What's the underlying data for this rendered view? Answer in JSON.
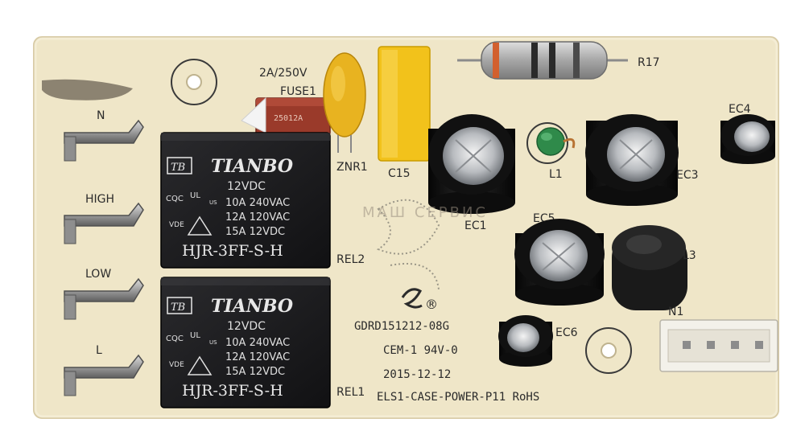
{
  "board": {
    "terminals": [
      "N",
      "HIGH",
      "LOW",
      "L"
    ],
    "fuse_rating": "2A/250V",
    "fuse_ref": "FUSE1",
    "fuse_marking": "25012A",
    "znr_ref": "ZNR1",
    "c15_ref": "C15",
    "r17_ref": "R17",
    "l1_ref": "L1",
    "l3_ref": "L3",
    "ec1_ref": "EC1",
    "ec3_ref": "EC3",
    "ec4_ref": "EC4",
    "ec5_ref": "EC5",
    "ec6_ref": "EC6",
    "rel1_ref": "REL1",
    "rel2_ref": "REL2",
    "connector_ref": "N1",
    "part_number": "GDRD151212-08G",
    "material": "CEM-1 94V-0",
    "date": "2015-12-12",
    "model": "ELS1-CASE-POWER-P11 RoHS",
    "logo_mark": "®"
  },
  "relays": [
    {
      "brand": "TIANBO",
      "coil": "12VDC",
      "ratings": [
        "10A 240VAC",
        "12A 120VAC",
        "15A  12VDC"
      ],
      "cert1": "CQC",
      "cert2": "UL",
      "cert3": "VDE",
      "us_mark": "US",
      "model": "HJR-3FF-S-H"
    },
    {
      "brand": "TIANBO",
      "coil": "12VDC",
      "ratings": [
        "10A 240VAC",
        "12A 120VAC",
        "15A  12VDC"
      ],
      "cert1": "CQC",
      "cert2": "UL",
      "cert3": "VDE",
      "us_mark": "US",
      "model": "HJR-3FF-S-H"
    }
  ],
  "watermark": "МАШ СЕРВИС",
  "colors": {
    "pcb": "#efe6c8",
    "relay": "#1d1d1f",
    "capacitor": "#141414",
    "x2_cap": "#f2c21b",
    "varistor": "#e8b320",
    "fuse": "#9a3a2a",
    "inductor_green": "#2f8a4a"
  }
}
